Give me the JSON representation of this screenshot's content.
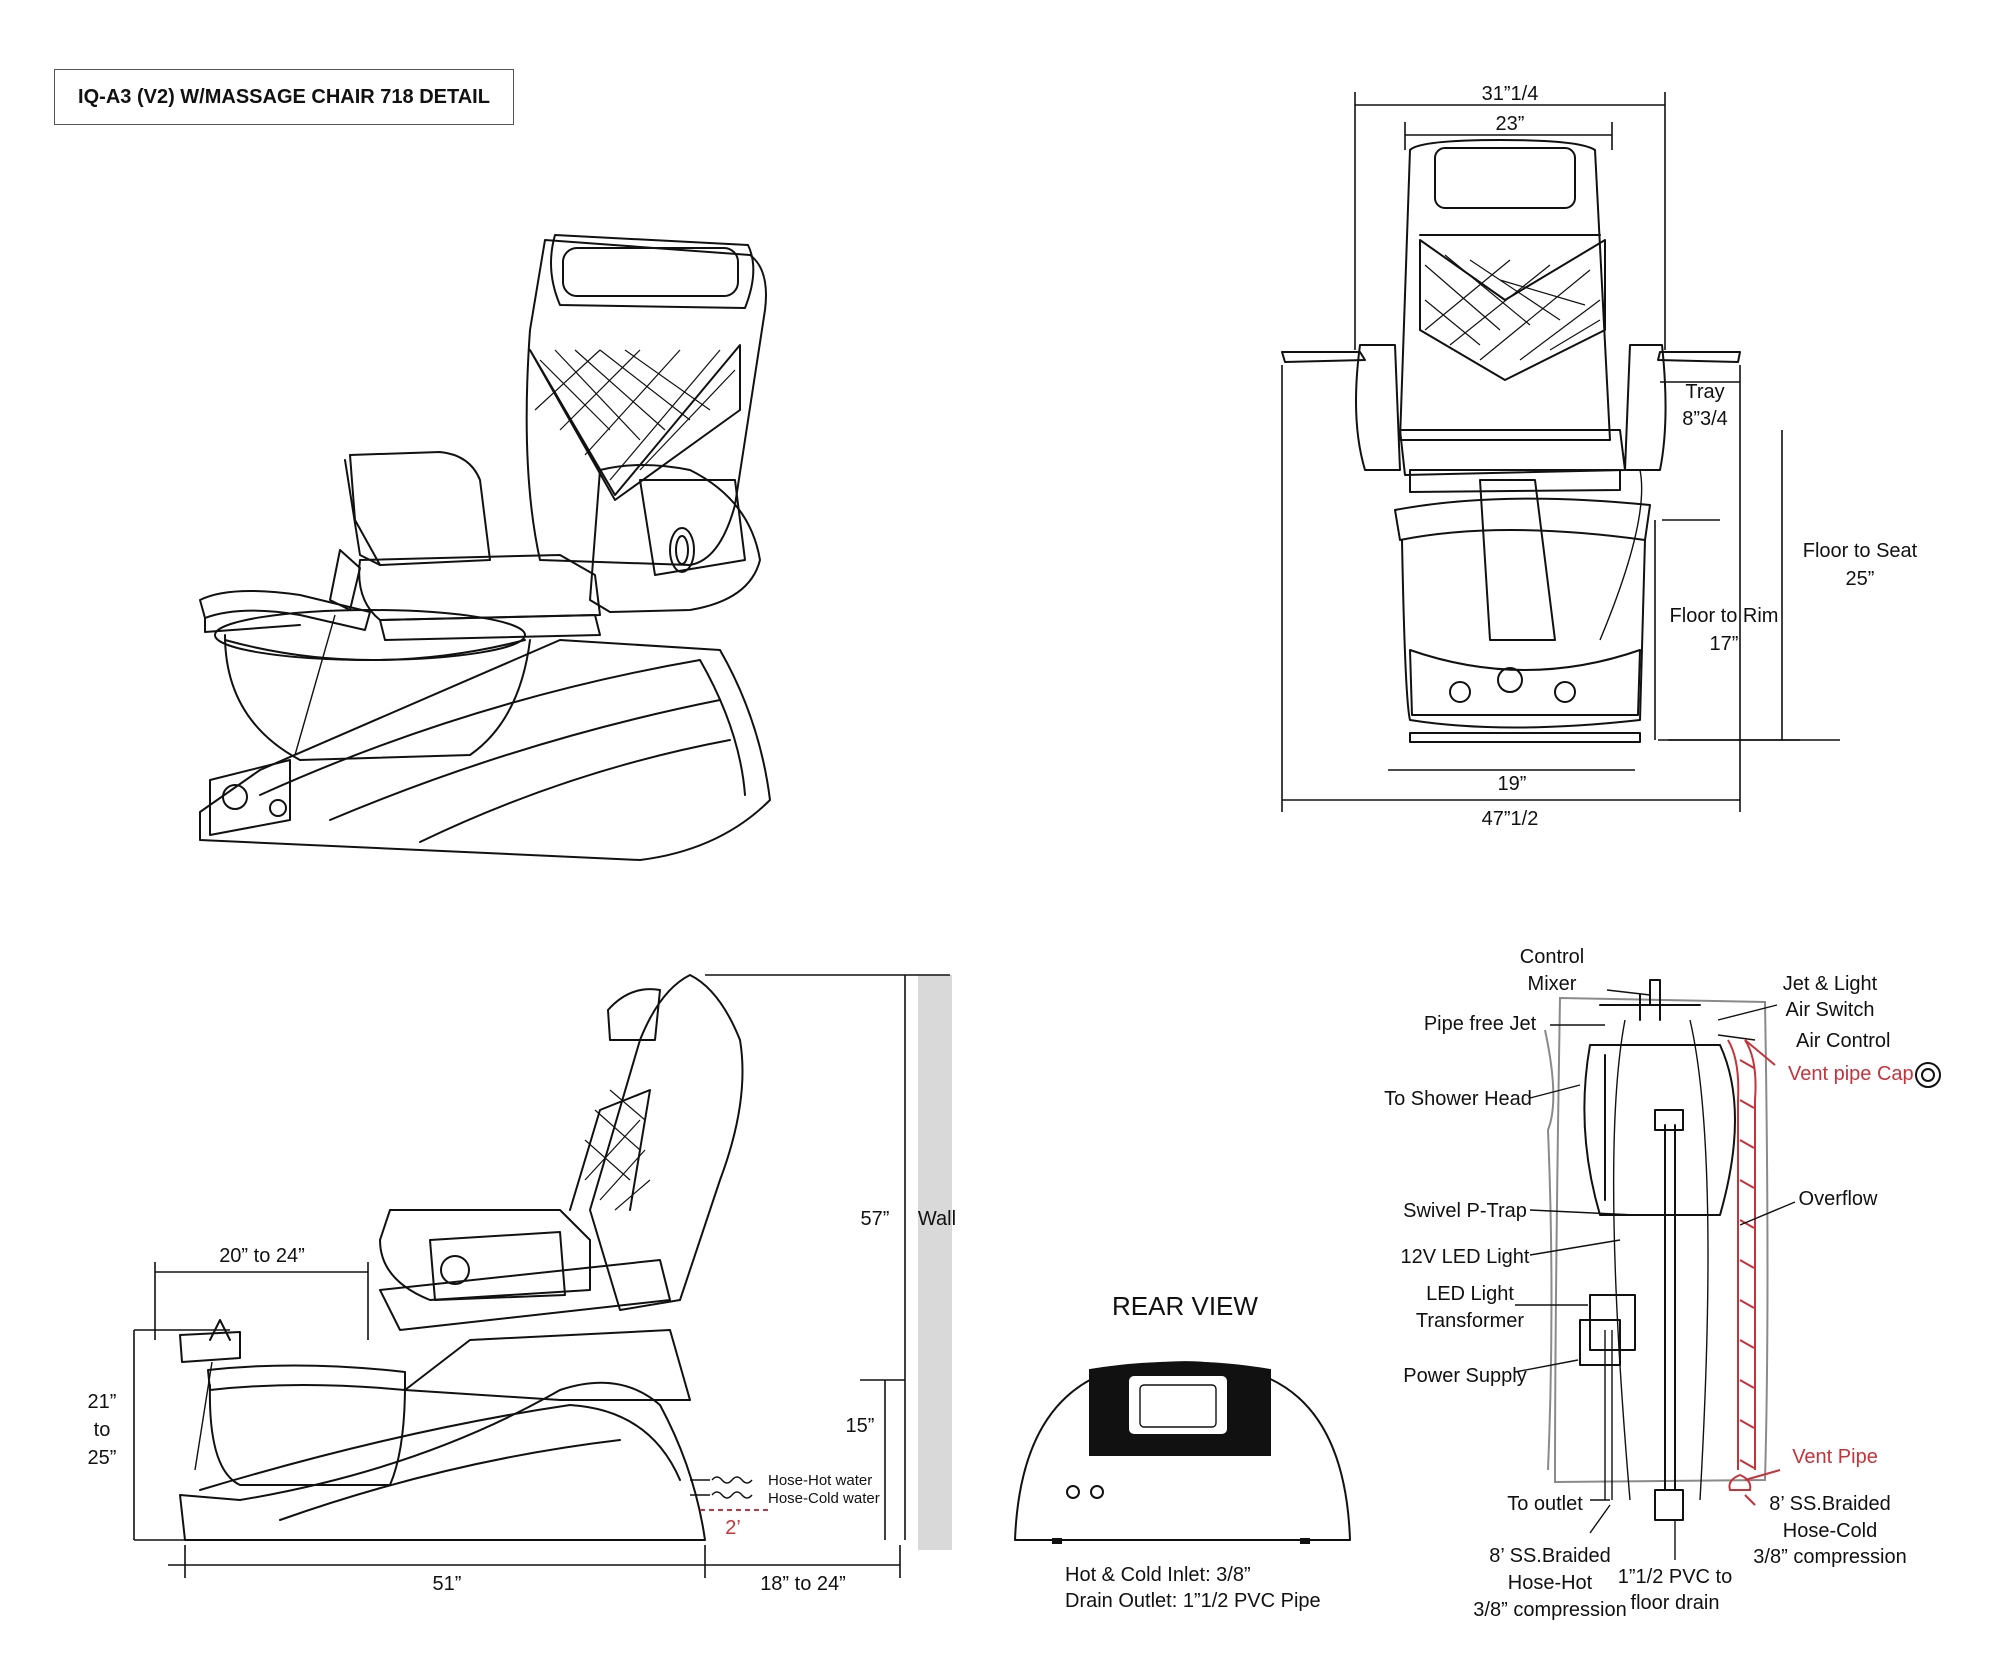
{
  "title": "IQ-A3 (V2) W/MASSAGE CHAIR 718 DETAIL",
  "front_view": {
    "overall_arm_width": "31”1/4",
    "back_width": "23”",
    "tray_label": "Tray",
    "tray_size": "8”3/4",
    "floor_to_seat_label": "Floor to Seat",
    "floor_to_seat_value": "25”",
    "floor_to_rim_label": "Floor to Rim",
    "floor_to_rim_value": "17”",
    "base_width": "19”",
    "overall_width": "47”1/2"
  },
  "side_view": {
    "footrest_range": "20” to 24”",
    "height": "57”",
    "wall_label": "Wall",
    "footrest_height_1": "21”",
    "footrest_height_2": "to",
    "footrest_height_3": "25”",
    "inlet_height": "15”",
    "hose_hot": "Hose-Hot water",
    "hose_cold": "Hose-Cold water",
    "hose_clearance": "2’",
    "length": "51”",
    "wall_clearance": "18” to 24”"
  },
  "rear_view": {
    "heading": "REAR VIEW",
    "inlet_note": "Hot & Cold Inlet: 3/8”",
    "drain_note": "Drain Outlet: 1”1/2 PVC Pipe"
  },
  "plumbing": {
    "control_mixer_1": "Control",
    "control_mixer_2": "Mixer",
    "jet_light_1": "Jet & Light",
    "jet_light_2": "Air Switch",
    "pipe_free_jet": "Pipe free Jet",
    "air_control": "Air Control",
    "vent_pipe_cap": "Vent pipe Cap",
    "to_shower_head": "To Shower Head",
    "swivel_p_trap": "Swivel P-Trap",
    "overflow": "Overflow",
    "led_light": "12V LED Light",
    "led_transformer_1": "LED Light",
    "led_transformer_2": "Transformer",
    "power_supply": "Power Supply",
    "vent_pipe": "Vent Pipe",
    "to_outlet": "To outlet",
    "hose_cold_1": "8’ SS.Braided",
    "hose_cold_2": "Hose-Cold",
    "hose_cold_3": "3/8” compression",
    "hose_hot_1": "8’ SS.Braided",
    "hose_hot_2": "Hose-Hot",
    "hose_hot_3": "3/8” compression",
    "drain_1": "1”1/2 PVC to",
    "drain_2": "floor drain"
  },
  "colors": {
    "line": "#111111",
    "accent_red": "#c8323a",
    "wall_grey": "#d9d9d9"
  }
}
